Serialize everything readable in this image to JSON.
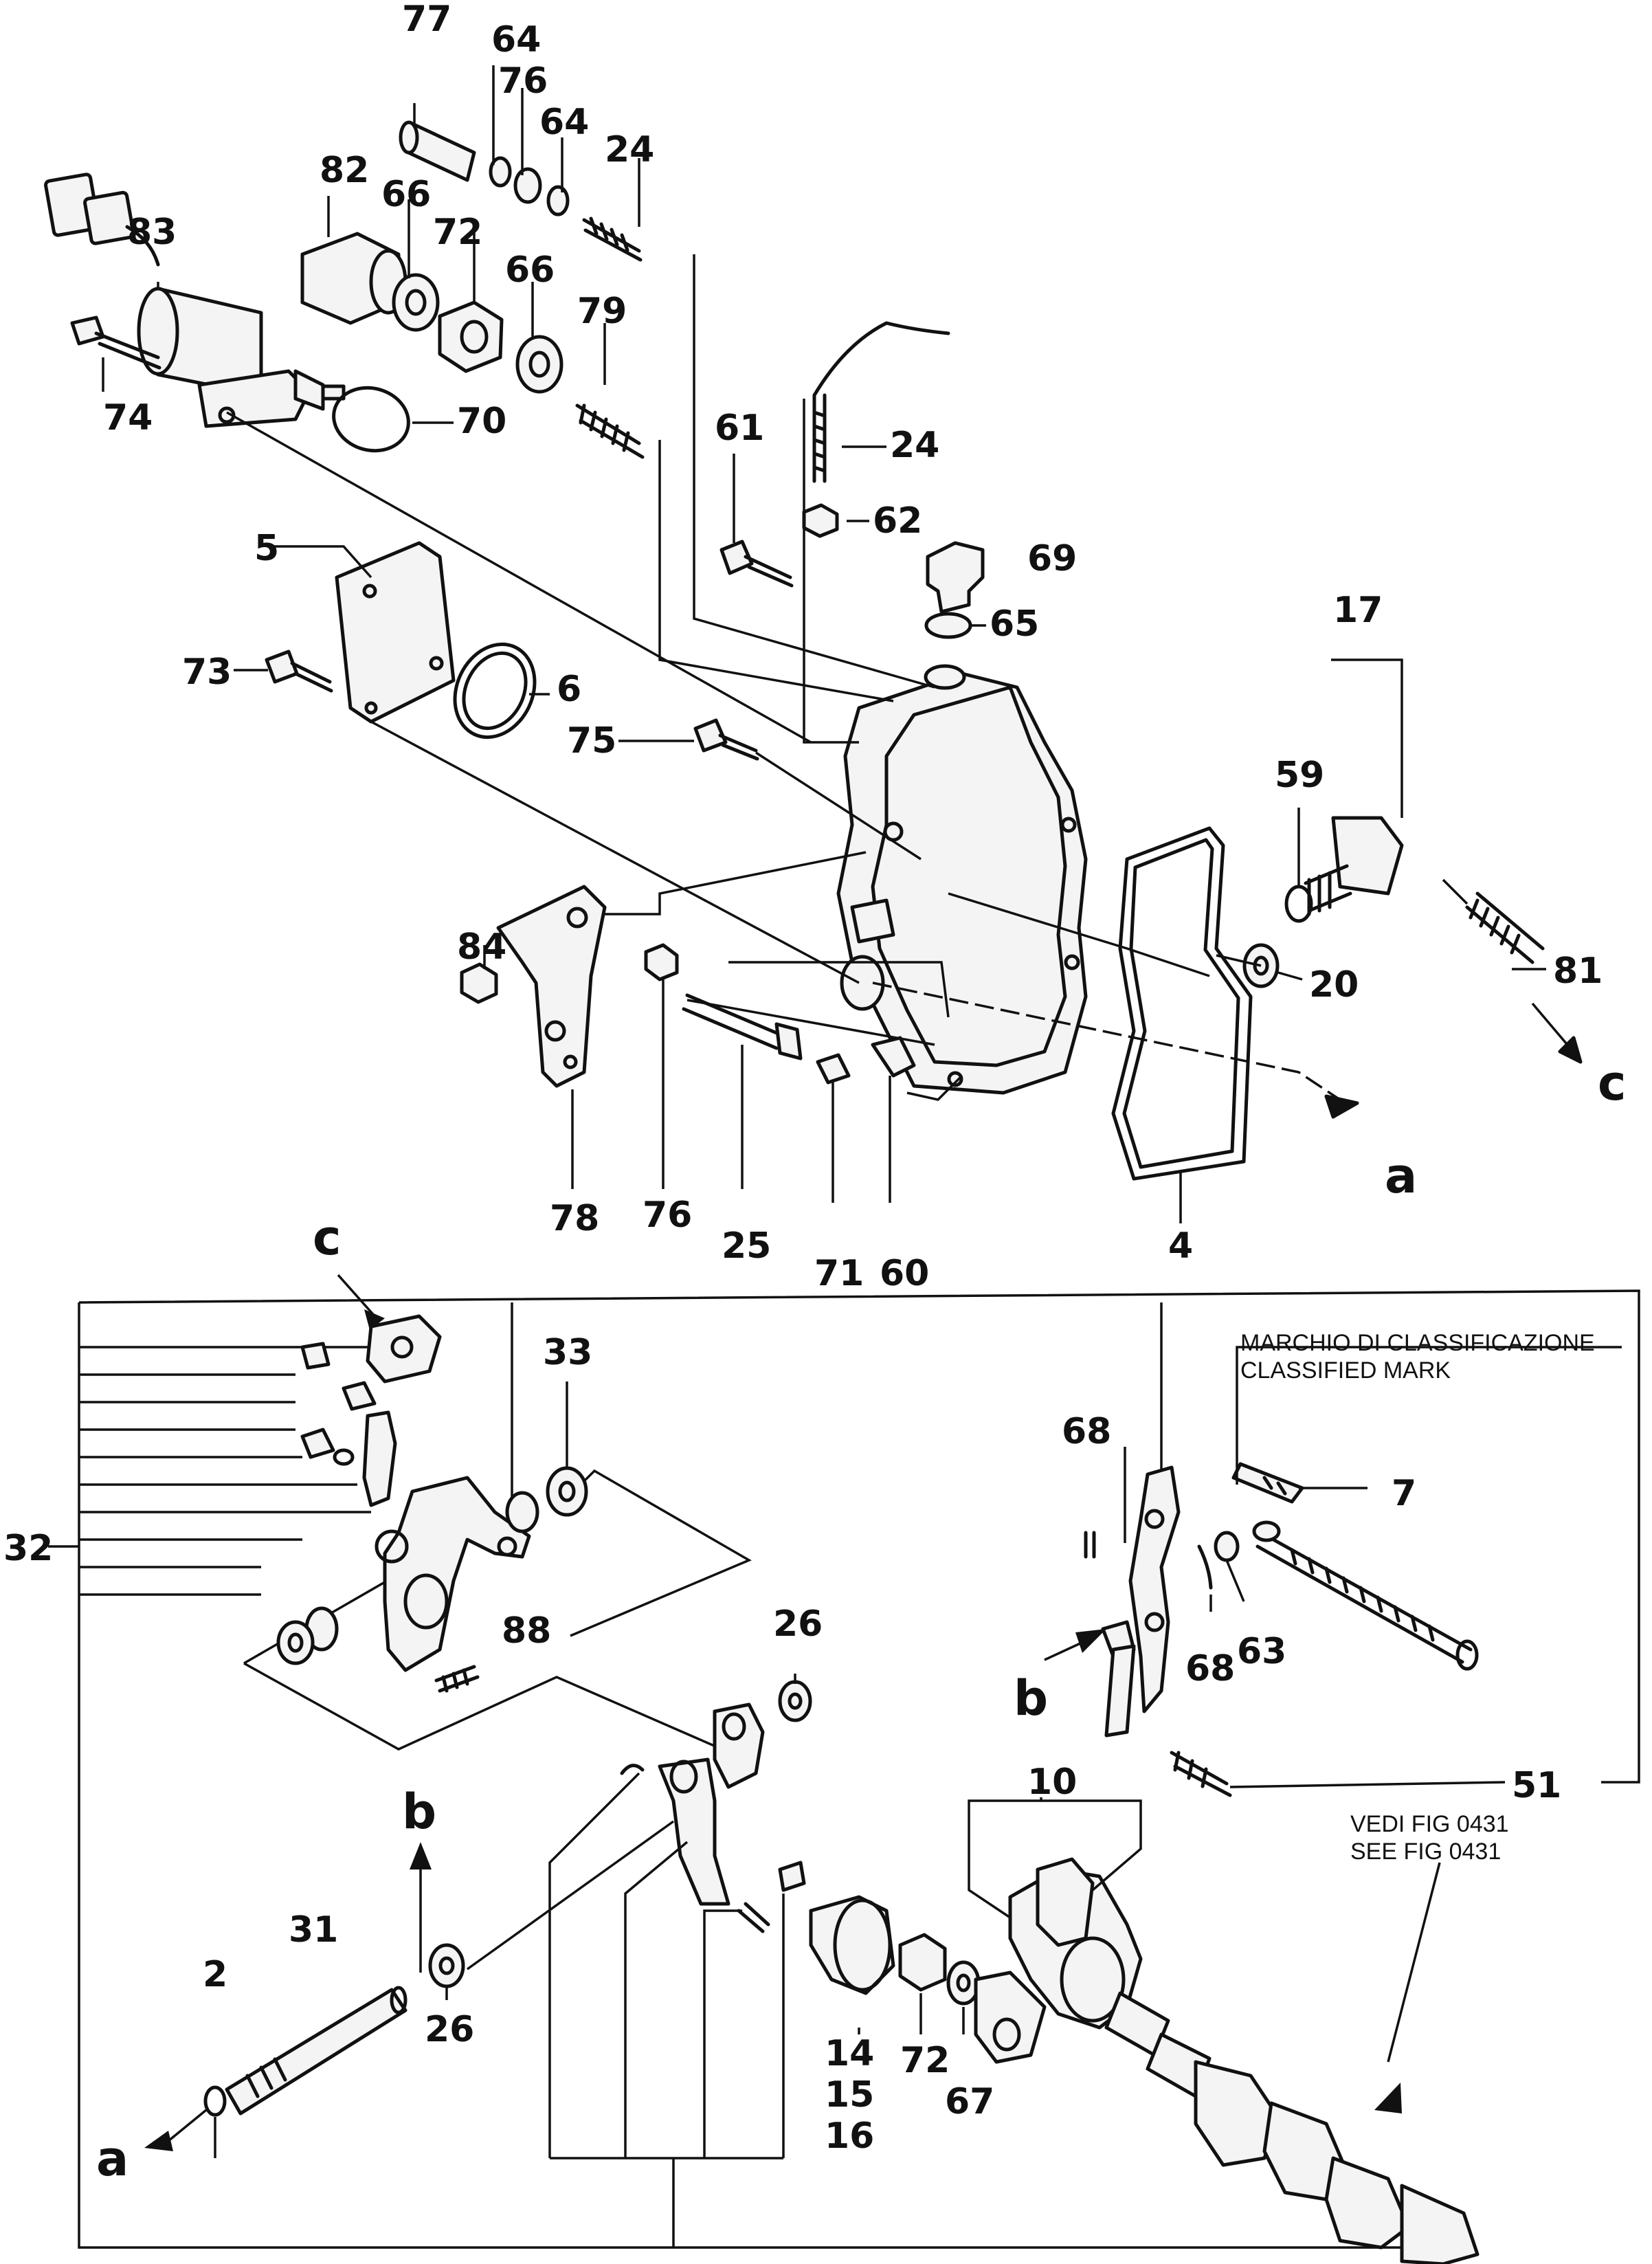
{
  "callouts": [
    {
      "id": "77",
      "text": "77"
    },
    {
      "id": "64a",
      "text": "64"
    },
    {
      "id": "76a",
      "text": "76"
    },
    {
      "id": "64b",
      "text": "64"
    },
    {
      "id": "24a",
      "text": "24"
    },
    {
      "id": "82",
      "text": "82"
    },
    {
      "id": "83",
      "text": "83"
    },
    {
      "id": "66a",
      "text": "66"
    },
    {
      "id": "72a",
      "text": "72"
    },
    {
      "id": "66b",
      "text": "66"
    },
    {
      "id": "79",
      "text": "79"
    },
    {
      "id": "74",
      "text": "74"
    },
    {
      "id": "70",
      "text": "70"
    },
    {
      "id": "61",
      "text": "61"
    },
    {
      "id": "24b",
      "text": "24"
    },
    {
      "id": "62",
      "text": "62"
    },
    {
      "id": "69",
      "text": "69"
    },
    {
      "id": "65",
      "text": "65"
    },
    {
      "id": "5",
      "text": "5"
    },
    {
      "id": "6",
      "text": "6"
    },
    {
      "id": "73",
      "text": "73"
    },
    {
      "id": "75",
      "text": "75"
    },
    {
      "id": "17",
      "text": "17"
    },
    {
      "id": "59",
      "text": "59"
    },
    {
      "id": "20",
      "text": "20"
    },
    {
      "id": "81",
      "text": "81"
    },
    {
      "id": "c1",
      "text": "c"
    },
    {
      "id": "84",
      "text": "84"
    },
    {
      "id": "a1",
      "text": "a"
    },
    {
      "id": "78",
      "text": "78"
    },
    {
      "id": "76b",
      "text": "76"
    },
    {
      "id": "25",
      "text": "25"
    },
    {
      "id": "71",
      "text": "71"
    },
    {
      "id": "60",
      "text": "60"
    },
    {
      "id": "4",
      "text": "4"
    },
    {
      "id": "c2",
      "text": "c"
    },
    {
      "id": "33",
      "text": "33"
    },
    {
      "id": "32",
      "text": "32"
    },
    {
      "id": "88",
      "text": "88"
    },
    {
      "id": "26a",
      "text": "26"
    },
    {
      "id": "68a",
      "text": "68"
    },
    {
      "id": "7",
      "text": "7"
    },
    {
      "id": "63",
      "text": "63"
    },
    {
      "id": "68b",
      "text": "68"
    },
    {
      "id": "b1",
      "text": "b"
    },
    {
      "id": "51",
      "text": "51"
    },
    {
      "id": "10",
      "text": "10"
    },
    {
      "id": "b2",
      "text": "b"
    },
    {
      "id": "31",
      "text": "31"
    },
    {
      "id": "2",
      "text": "2"
    },
    {
      "id": "26b",
      "text": "26"
    },
    {
      "id": "14",
      "text": "14"
    },
    {
      "id": "15",
      "text": "15"
    },
    {
      "id": "16",
      "text": "16"
    },
    {
      "id": "72b",
      "text": "72"
    },
    {
      "id": "67",
      "text": "67"
    },
    {
      "id": "a2",
      "text": "a"
    }
  ],
  "notes": {
    "mark_it": "MARCHIO DI CLASSIFICAZIONE",
    "mark_en": "CLASSIFIED MARK",
    "ref_it": "VEDI FIG 0431",
    "ref_en": "SEE FIG 0431"
  }
}
